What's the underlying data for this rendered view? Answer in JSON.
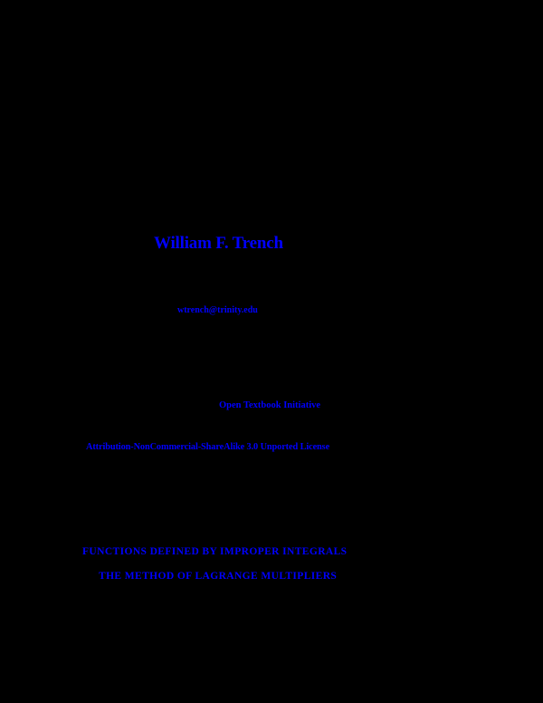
{
  "page": {
    "background": "#000000",
    "link_color": "#0000ff"
  },
  "author": {
    "name": "William F. Trench",
    "email": "wtrench@trinity.edu"
  },
  "publisher": {
    "initiative": "Open Textbook Initiative"
  },
  "license": {
    "text": "Attribution-NonCommercial-ShareAlike 3.0 Unported License"
  },
  "supplements": [
    {
      "title": "FUNCTIONS DEFINED BY IMPROPER INTEGRALS"
    },
    {
      "title": "THE METHOD OF LAGRANGE MULTIPLIERS"
    }
  ]
}
